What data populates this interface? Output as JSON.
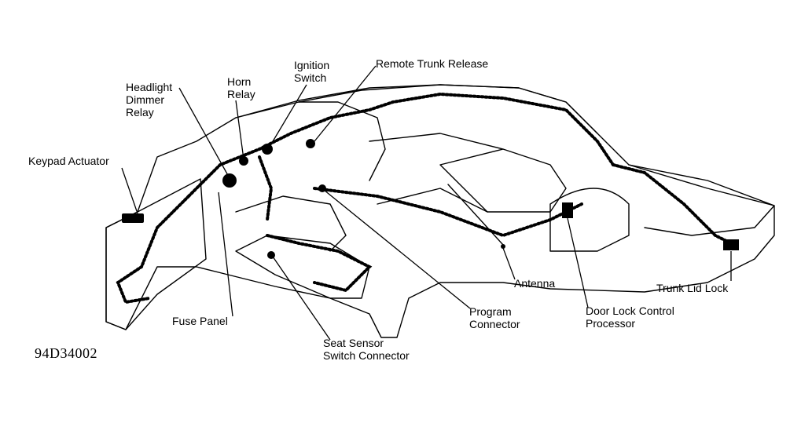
{
  "diagram": {
    "figure_code": "94D34002",
    "labels": {
      "ignition_switch": [
        "Ignition",
        "Switch"
      ],
      "remote_trunk_release": [
        "Remote Trunk Release"
      ],
      "headlight_dimmer_relay": [
        "Headlight",
        "Dimmer",
        "Relay"
      ],
      "horn_relay": [
        "Horn",
        "Relay"
      ],
      "keypad_actuator": [
        "Keypad Actuator"
      ],
      "fuse_panel": [
        "Fuse Panel"
      ],
      "seat_sensor_switch_connector": [
        "Seat Sensor",
        "Switch Connector"
      ],
      "program_connector": [
        "Program",
        "Connector"
      ],
      "antenna": [
        "Antenna"
      ],
      "door_lock_control_processor": [
        "Door Lock Control",
        "Processor"
      ],
      "trunk_lid_lock": [
        "Trunk Lid Lock"
      ]
    }
  }
}
